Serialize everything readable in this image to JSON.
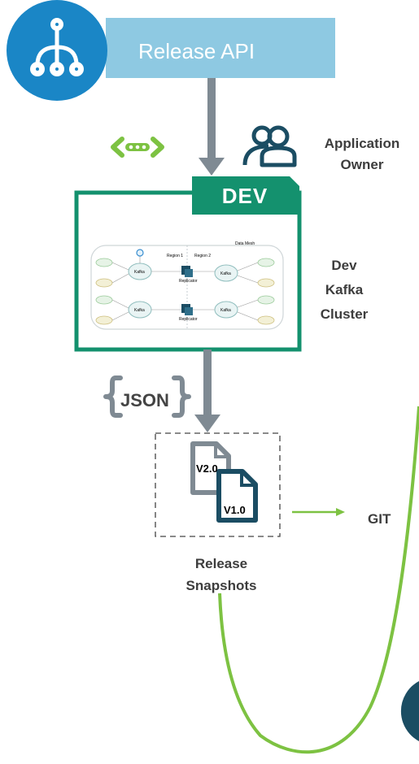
{
  "release_api": {
    "title": "Release API"
  },
  "application_owner": {
    "label_line1": "Application",
    "label_line2": "Owner"
  },
  "dev_environment": {
    "tab_label": "DEV"
  },
  "dev_cluster": {
    "line1": "Dev",
    "line2": "Kafka",
    "line3": "Cluster"
  },
  "diagram_thumbnail": {
    "title": "Data Mesh",
    "region_left": "Region 1",
    "region_right": "Region 2",
    "broker_label": "Kafka",
    "replicator_label": "Replicator"
  },
  "json_badge": {
    "label": "JSON"
  },
  "snapshots": {
    "doc_back_version": "V2.0",
    "doc_front_version": "V1.0",
    "label_line1": "Release",
    "label_line2": "Snapshots"
  },
  "git": {
    "label": "GIT"
  },
  "colors": {
    "api_blue": "#8ec9e2",
    "api_circle": "#1a86c6",
    "dev_green": "#14916e",
    "flow_green": "#7dc242",
    "arrow_gray": "#7f8a93",
    "doc_navy": "#1b4d63",
    "owner_navy": "#1b4d63"
  },
  "icons": [
    "hierarchy-icon",
    "connection-icon",
    "users-icon",
    "json-braces-icon",
    "document-icon"
  ]
}
